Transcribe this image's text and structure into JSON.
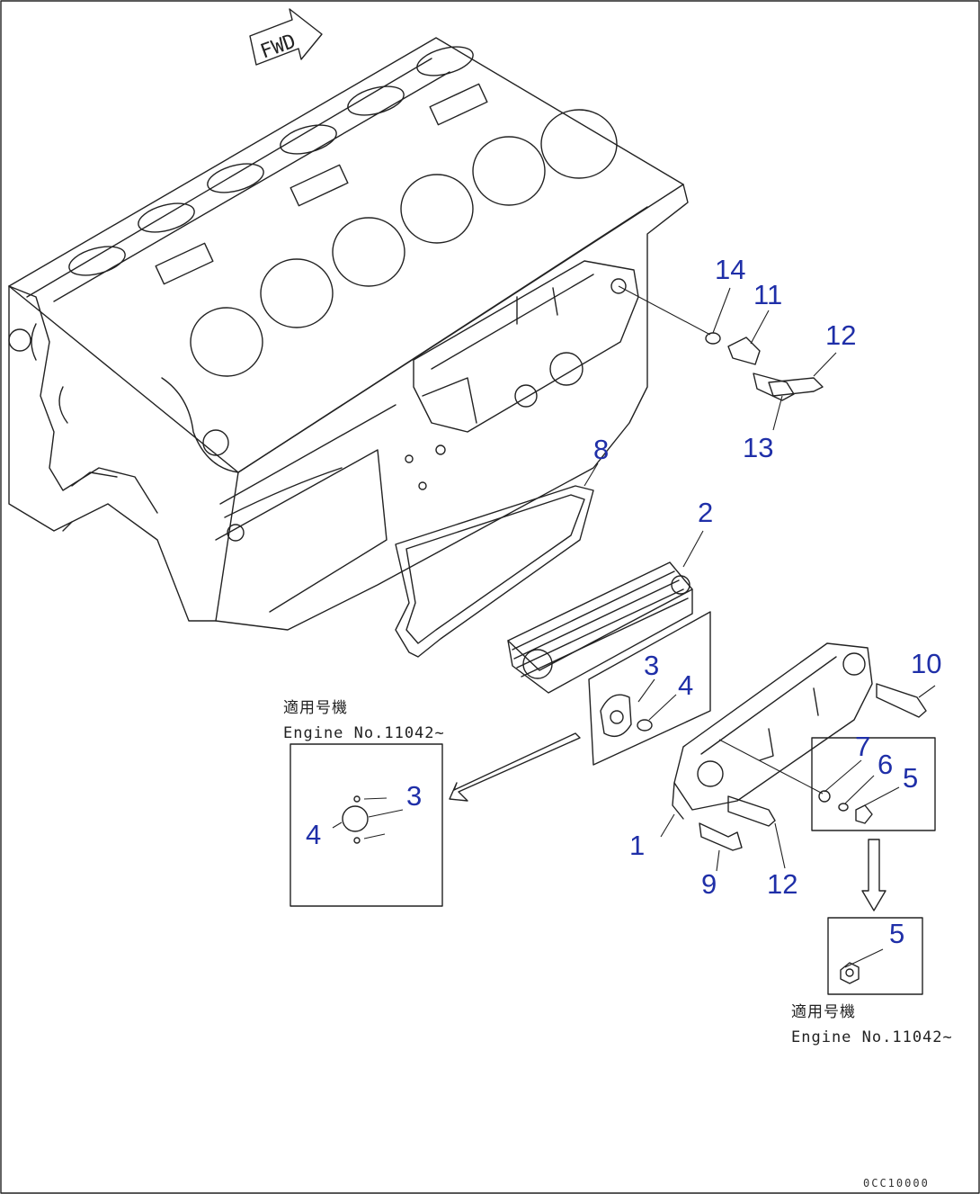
{
  "drawing": {
    "fwd_label": "FWD",
    "drawing_code": "0CC10000",
    "parts": [
      {
        "num": "1"
      },
      {
        "num": "2"
      },
      {
        "num": "3"
      },
      {
        "num": "4"
      },
      {
        "num": "5"
      },
      {
        "num": "6"
      },
      {
        "num": "7"
      },
      {
        "num": "8"
      },
      {
        "num": "9"
      },
      {
        "num": "10"
      },
      {
        "num": "11"
      },
      {
        "num": "12"
      },
      {
        "num": "13"
      },
      {
        "num": "14"
      }
    ],
    "inset_left": {
      "applicable_label": "適用号機",
      "engine_label": "Engine No.11042~",
      "callouts": [
        "3",
        "4"
      ]
    },
    "inset_right": {
      "applicable_label": "適用号機",
      "engine_label": "Engine No.11042~",
      "callouts": [
        "5"
      ]
    }
  },
  "colors": {
    "callout": "#1f2fa8",
    "line": "#222222",
    "background": "#ffffff"
  }
}
